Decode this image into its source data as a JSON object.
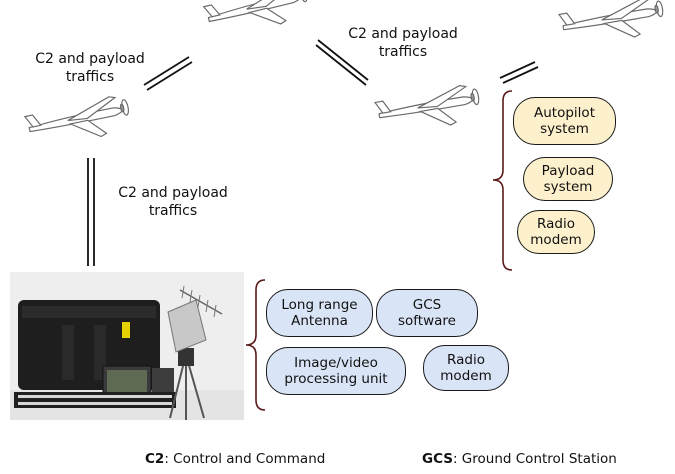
{
  "links": {
    "top_left": [
      "C2 and payload",
      "traffics"
    ],
    "top_right": [
      "C2 and payload",
      "traffics"
    ],
    "vertical": [
      "C2 and payload",
      "traffics"
    ]
  },
  "uav_components": [
    [
      "Autopilot",
      "system"
    ],
    [
      "Payload",
      "system"
    ],
    [
      "Radio",
      "modem"
    ]
  ],
  "gcs_components": [
    [
      "Long range",
      "Antenna"
    ],
    [
      "GCS",
      "software"
    ],
    [
      "Image/video",
      "processing unit"
    ],
    [
      "Radio",
      "modem"
    ]
  ],
  "legend": {
    "c2_abbr": "C2",
    "c2_def": ": Control and Command",
    "gcs_abbr": "GCS",
    "gcs_def": ": Ground Control Station"
  },
  "colors": {
    "uav_fill": "#fdf0cc",
    "gcs_fill": "#d9e5f7"
  }
}
